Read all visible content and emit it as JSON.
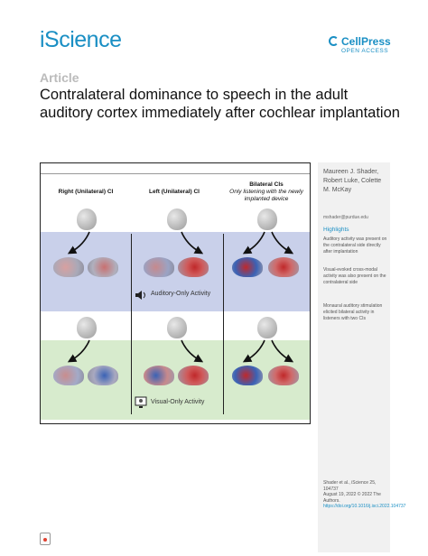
{
  "header": {
    "journal": "iScience",
    "publisher": "CellPress",
    "access": "OPEN ACCESS"
  },
  "article": {
    "label": "Article",
    "title": "Contralateral dominance to speech in the adult auditory cortex immediately after cochlear implantation"
  },
  "graphical_abstract": {
    "columns": [
      {
        "title": "Right (Unilateral) CI",
        "subtitle": ""
      },
      {
        "title": "Left (Unilateral) CI",
        "subtitle": ""
      },
      {
        "title": "Bilateral CIs",
        "subtitle": "Only listening with the newly implanted device"
      }
    ],
    "auditory_label": "Auditory-Only Activity",
    "visual_label": "Visual-Only Activity",
    "colors": {
      "auditory_band": "#c9d0ea",
      "visual_band": "#d7ebcd",
      "activation_red": "#c0282a",
      "activation_blue": "#3a62b5"
    }
  },
  "sidebar": {
    "authors": "Maureen J. Shader, Robert Luke, Colette M. McKay",
    "email": "mshader@purdue.edu",
    "highlights_title": "Highlights",
    "highlights": [
      "Auditory activity was present on the contralateral side directly after implantation",
      "Visual-evoked cross-modal activity was also present on the contralateral side",
      "Monaural auditory stimulation elicited bilateral activity in listeners with two CIs"
    ],
    "citation": "Shader et al., iScience 25, 104737",
    "date": "August 19, 2022 © 2022 The Authors.",
    "doi": "https://doi.org/10.1016/j.isci.2022.104737"
  }
}
